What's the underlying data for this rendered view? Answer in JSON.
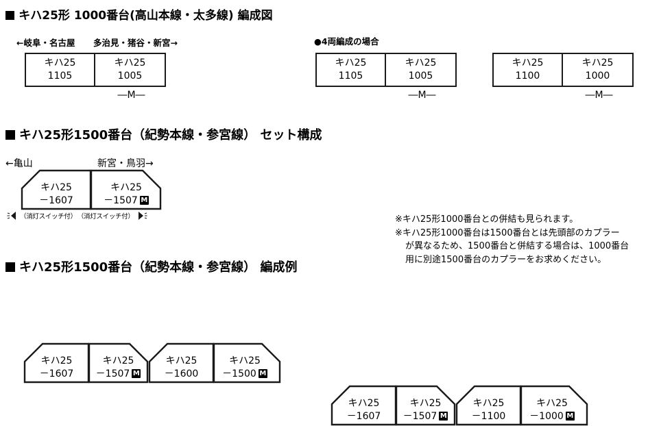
{
  "sections": [
    {
      "id": "kiha25-1000",
      "heading": "キハ25形 1000番台(高山本線・太多線) 編成図",
      "left_direction": "←岐阜・名古屋",
      "right_direction": "多治見・猪谷・新宮→",
      "four_car_note": "●4両編成の場合",
      "motor_mark": "―M―",
      "consists": [
        {
          "id": "consist-1105-1005",
          "cars": [
            {
              "type": "キハ25",
              "number": "1105",
              "motor": false
            },
            {
              "type": "キハ25",
              "number": "1005",
              "motor": true
            }
          ]
        },
        {
          "id": "consist-1105-1005-b",
          "cars": [
            {
              "type": "キハ25",
              "number": "1105",
              "motor": false
            },
            {
              "type": "キハ25",
              "number": "1005",
              "motor": true
            }
          ]
        },
        {
          "id": "consist-1100-1000",
          "cars": [
            {
              "type": "キハ25",
              "number": "1100",
              "motor": false
            },
            {
              "type": "キハ25",
              "number": "1000",
              "motor": true
            }
          ]
        }
      ]
    },
    {
      "id": "kiha25-1500-set",
      "heading": "キハ25形1500番台（紀勢本線・参宮線） セット構成",
      "left_direction": "←亀山",
      "right_direction": "新宮・鳥羽→",
      "switch_note_left": "（消灯スイッチ付）",
      "switch_note_right": "（消灯スイッチ付）",
      "headlight_icon_left": "headlight-beam-left-icon",
      "headlight_icon_right": "headlight-beam-right-icon",
      "cars": [
        {
          "type": "キハ25",
          "number": "－1607",
          "motor": false,
          "cab": "left"
        },
        {
          "type": "キハ25",
          "number": "－1507",
          "motor": true,
          "cab": "right"
        }
      ]
    },
    {
      "id": "kiha25-1500-examples",
      "heading": "キハ25形1500番台（紀勢本線・参宮線） 編成例",
      "consists": [
        {
          "id": "example-consist-1",
          "cars": [
            {
              "type": "キハ25",
              "number": "－1607",
              "motor": false,
              "cab": "left"
            },
            {
              "type": "キハ25",
              "number": "－1507",
              "motor": true,
              "cab": "right"
            },
            {
              "type": "キハ25",
              "number": "－1600",
              "motor": false,
              "cab": "left"
            },
            {
              "type": "キハ25",
              "number": "－1500",
              "motor": true,
              "cab": "right"
            }
          ]
        },
        {
          "id": "example-consist-2",
          "cars": [
            {
              "type": "キハ25",
              "number": "－1607",
              "motor": false,
              "cab": "left"
            },
            {
              "type": "キハ25",
              "number": "－1507",
              "motor": true,
              "cab": "right"
            },
            {
              "type": "キハ25",
              "number": "－1100",
              "motor": false,
              "cab": "left"
            },
            {
              "type": "キハ25",
              "number": "－1000",
              "motor": true,
              "cab": "right"
            }
          ]
        }
      ]
    }
  ],
  "notes": {
    "line1": "※キハ25形1000番台との併結も見られます。",
    "line2": "※キハ25形1000番台は1500番台とは先頭部のカプラー",
    "line3": "が異なるため、1500番台と併結する場合は、1000番台",
    "line4": "用に別途1500番台のカプラーをお求めください。"
  },
  "colors": {
    "ink": "#1a1a1a",
    "paper": "#ffffff"
  }
}
